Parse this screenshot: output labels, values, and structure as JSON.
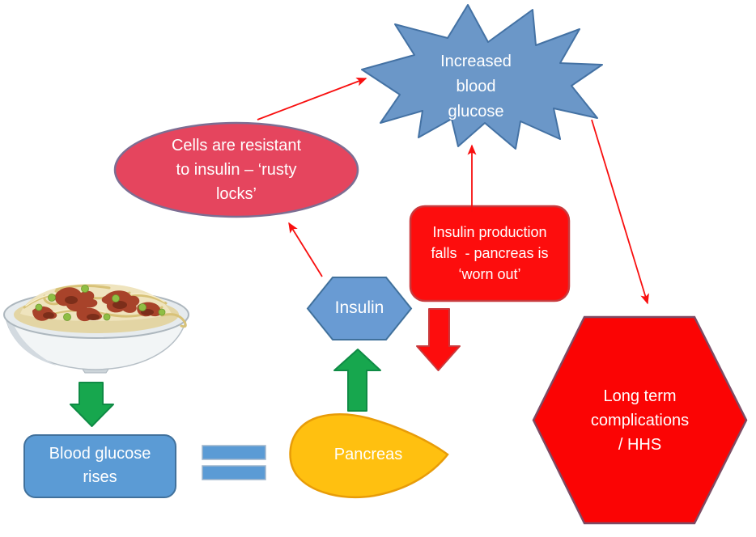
{
  "palette": {
    "blue_fill": "#5B9BD5",
    "blue_border": "#41719C",
    "burst_fill": "#6B97C8",
    "red_fill": "#FD0D0D",
    "red_box_border": "#C9393C",
    "hexagon_border": "#7D4A63",
    "rose_fill": "#E5455E",
    "rose_border": "#7C6E93",
    "gold_fill": "#FFC010",
    "gold_border": "#E89C08",
    "green_fill": "#17A74E",
    "green_border": "#0F8B45",
    "connector_red": "#F80F0F",
    "text_color": "#FFFFFF"
  },
  "diagram": {
    "starburst": {
      "label": "Increased\nblood\nglucose"
    },
    "resistance_ellipse": {
      "label": "Cells are resistant\nto insulin – ‘rusty\nlocks’"
    },
    "insulin_production_box": {
      "label": "Insulin production\nfalls  - pancreas is\n‘worn out’"
    },
    "insulin_hexagon": {
      "label": "Insulin"
    },
    "complications_hexagon": {
      "label": "Long term\ncomplications\n/ HHS"
    },
    "blood_glucose_box": {
      "label": "Blood glucose\nrises"
    },
    "pancreas_shape": {
      "label": "Pancreas"
    }
  }
}
